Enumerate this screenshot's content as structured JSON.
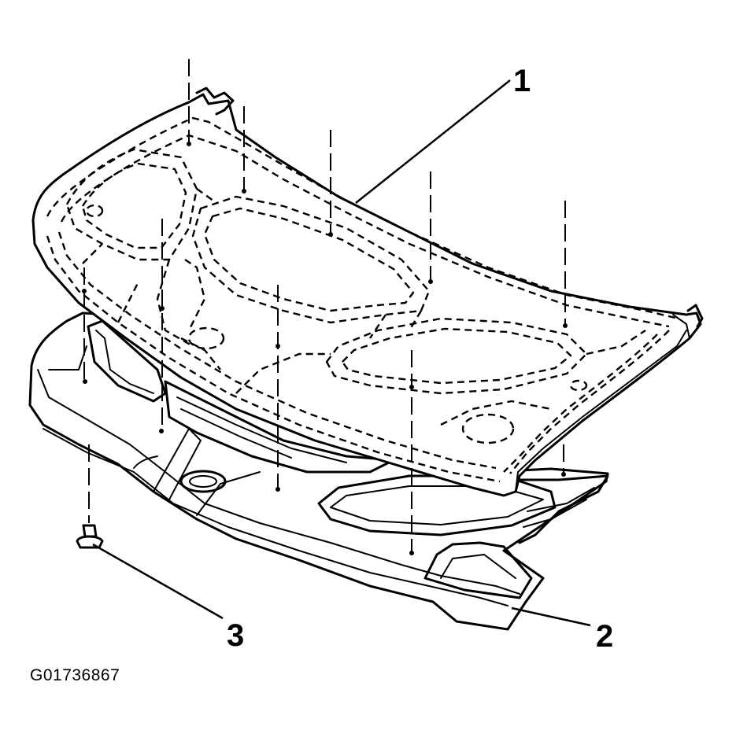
{
  "figure_id": "G01736867",
  "callouts": [
    {
      "id": "1",
      "label": "1"
    },
    {
      "id": "2",
      "label": "2"
    },
    {
      "id": "3",
      "label": "3"
    }
  ],
  "colors": {
    "ink": "#000000",
    "background": "#ffffff"
  }
}
